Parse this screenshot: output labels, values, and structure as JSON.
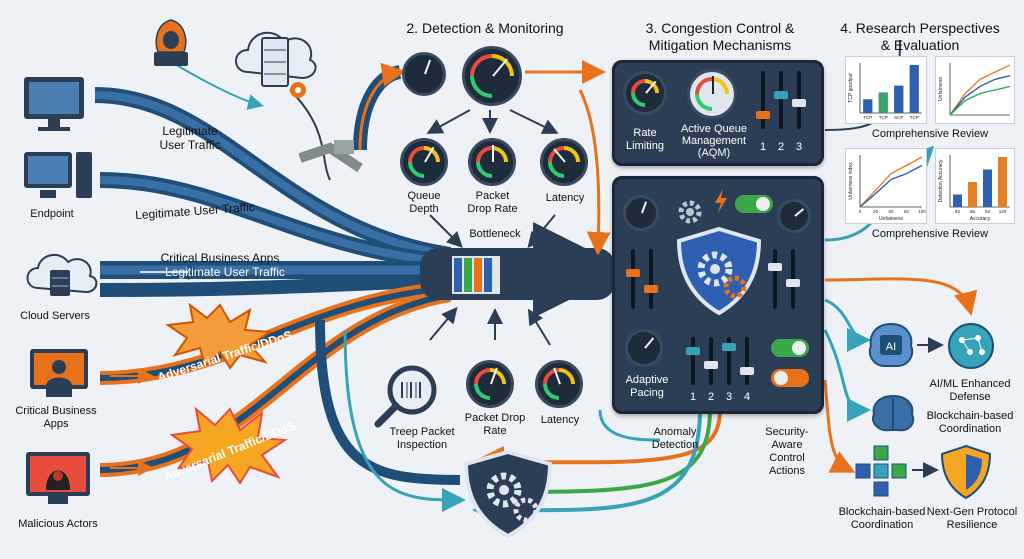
{
  "headers": {
    "detection": "2. Detection & Monitoring",
    "congestion_line1": "3. Congestion Control &",
    "congestion_line2": "Mitigation Mechanisms",
    "research_line1": "4. Research Perspectives",
    "research_line2": "& Evaluation"
  },
  "sources": {
    "legit_traffic_1_line1": "Legitimate",
    "legit_traffic_1_line2": "User Traffic",
    "endpoint": "Endpoint",
    "legit_traffic_2": "Legitimate User Traffic",
    "critical_apps_flow": "Critical Business Apps",
    "legit_traffic_3": "Legitimate User Traffic",
    "cloud_servers": "Cloud Servers",
    "critical_apps_line1": "Critical Business",
    "critical_apps_line2": "Apps",
    "malicious_actors": "Malicious Actors",
    "adversarial_1": "Adversarial Traffic/DDoS",
    "adversarial_2": "Adversarial Traffic/DDoS"
  },
  "detection": {
    "queue_depth_line1": "Queue",
    "queue_depth_line2": "Depth",
    "packet_drop_line1": "Packet",
    "packet_drop_line2": "Drop Rate",
    "latency_top": "Latency",
    "bottleneck": "Bottleneck",
    "deep_packet_line1": "Treep Packet",
    "deep_packet_line2": "Inspection",
    "packet_drop_bottom_line1": "Packet Drop",
    "packet_drop_bottom_line2": "Rate",
    "latency_bottom": "Latency"
  },
  "mitigation": {
    "rate_limiting_line1": "Rate",
    "rate_limiting_line2": "Limiting",
    "aqm_line1": "Active Queue",
    "aqm_line2": "Management",
    "aqm_line3": "(AQM)",
    "slider_1": "1",
    "slider_2": "2",
    "slider_3": "3",
    "adaptive_line1": "Adaptive",
    "adaptive_line2": "Pacing",
    "pace_1": "1",
    "pace_2": "2",
    "pace_3": "3",
    "pace_4": "4",
    "anomaly_line1": "Anomaly",
    "anomaly_line2": "Detection",
    "security_line1": "Security-",
    "security_line2": "Aware",
    "security_line3": "Control",
    "security_line4": "Actions"
  },
  "research": {
    "review_1": "Comprehensive Review",
    "review_2": "Comprehensive Review",
    "chart1_ylabel": "TCP goodput",
    "chart1_ticks": [
      "TCP",
      "TCP",
      "SCP",
      "TCP"
    ],
    "chart2_ylabel": "Unfairness",
    "chart3_ylabel": "Unfairness index",
    "chart3_xlabel": "Unfairness",
    "chart3_ticks": [
      "0",
      "20",
      "50",
      "60",
      "100"
    ],
    "chart4_ylabel": "Detection Accuracy",
    "chart4_xlabel": "Accuracy",
    "chart4_ticks": [
      "82",
      "66",
      "93",
      "120"
    ],
    "ai_badge": "AI",
    "aiml_line1": "AI/ML Enhanced",
    "aiml_line2": "Defense",
    "blockchain_1_line1": "Blockchain-based",
    "blockchain_1_line2": "Coordination",
    "blockchain_2_line1": "Blockchain-based",
    "blockchain_2_line2": "Coordination",
    "nextgen_line1": "Next-Gen Protocol",
    "nextgen_line2": "Resilience"
  },
  "chart_data": [
    {
      "type": "bar",
      "title": "",
      "ylabel": "TCP goodput",
      "categories": [
        "TCP",
        "TCP",
        "SCP",
        "TCP"
      ],
      "values": [
        2,
        3,
        4,
        7
      ],
      "colors": [
        "#2f5fb0",
        "#3aa26b",
        "#2f5fb0",
        "#2f5fb0"
      ]
    },
    {
      "type": "line",
      "title": "",
      "ylabel": "Unfairness",
      "series": [
        {
          "values": [
            0,
            3,
            5,
            6,
            7
          ]
        },
        {
          "values": [
            0,
            2.5,
            4,
            5,
            5.5
          ]
        },
        {
          "values": [
            0,
            2,
            3,
            3.5,
            4
          ]
        }
      ],
      "colors": [
        "#e67e22",
        "#2f5fb0",
        "#27ae60"
      ]
    },
    {
      "type": "line",
      "title": "",
      "ylabel": "Unfairness index",
      "xlabel": "Unfairness",
      "x": [
        0,
        20,
        50,
        60,
        100
      ],
      "series": [
        {
          "values": [
            0,
            2,
            4,
            5,
            6
          ]
        },
        {
          "values": [
            0,
            1.6,
            3.3,
            4,
            5
          ]
        }
      ],
      "colors": [
        "#e67e22",
        "#2f5fb0"
      ]
    },
    {
      "type": "bar",
      "title": "",
      "ylabel": "Detection Accuracy",
      "xlabel": "Accuracy",
      "categories": [
        "82",
        "66",
        "93",
        "120"
      ],
      "values": [
        2,
        4,
        6,
        8
      ],
      "colors": [
        "#2f5fb0",
        "#e67e22",
        "#2f5fb0",
        "#e67e22"
      ]
    }
  ],
  "colors": {
    "flow_blue": "#1f4e79",
    "flow_mid": "#3a6fa5",
    "flow_orange": "#e8721c",
    "panel": "#2c3e55",
    "accent_green": "#3aa848",
    "accent_teal": "#36a3b8"
  }
}
